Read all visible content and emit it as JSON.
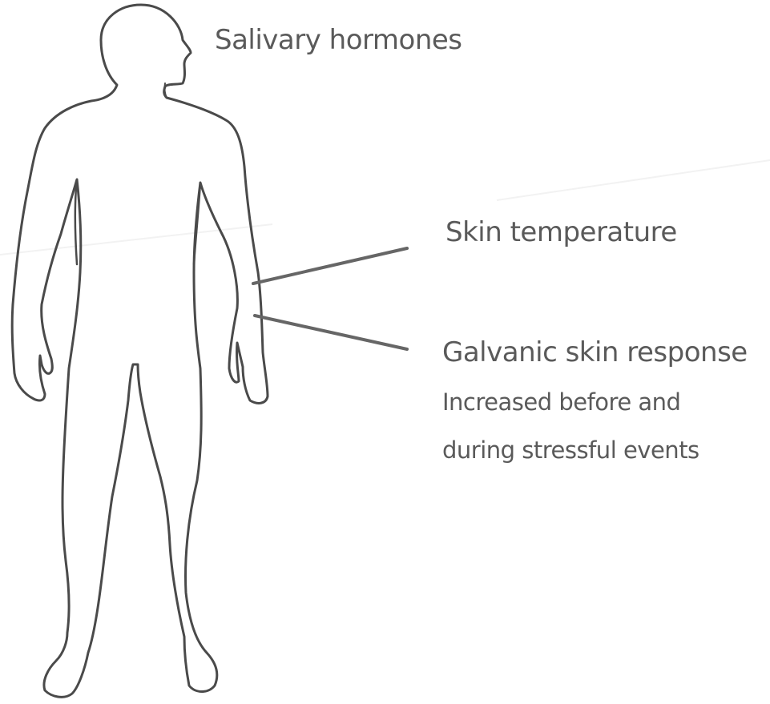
{
  "labels": {
    "salivary_hormones": "Salivary hormones",
    "skin_temperature": "Skin temperature",
    "galvanic_skin_response": "Galvanic skin response",
    "gsr_note_line1": "Increased before and",
    "gsr_note_line2": "during stressful events"
  },
  "colors": {
    "outline": "#4a4a4a",
    "leader_line": "#666666",
    "text": "#5a5a5a",
    "background": "#ffffff"
  }
}
